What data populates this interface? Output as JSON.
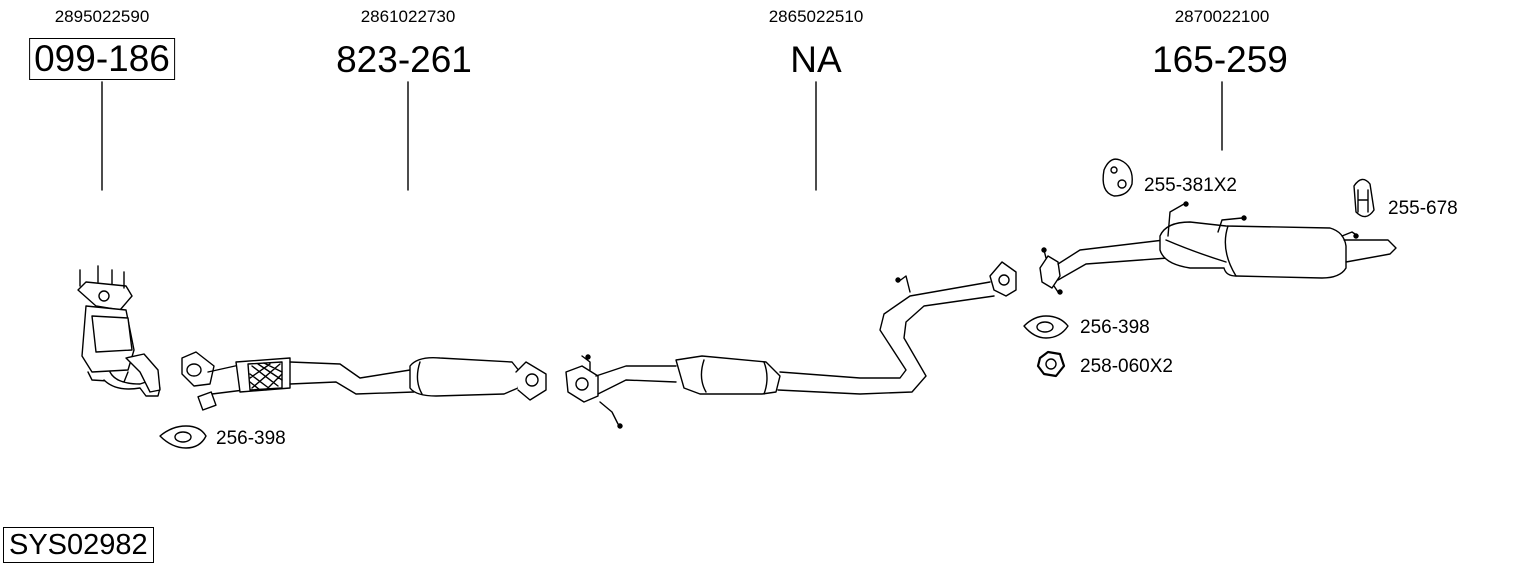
{
  "parts": [
    {
      "oe": "2895022590",
      "number": "099-186"
    },
    {
      "oe": "2861022730",
      "number": "823-261"
    },
    {
      "oe": "2865022510",
      "number": "NA"
    },
    {
      "oe": "2870022100",
      "number": "165-259"
    }
  ],
  "accessories": {
    "gasket_front": "256-398",
    "hanger_rubber": "255-381X2",
    "hanger_bracket": "255-678",
    "gasket_rear": "256-398",
    "nut": "258-060X2"
  },
  "system_code": "SYS02982"
}
